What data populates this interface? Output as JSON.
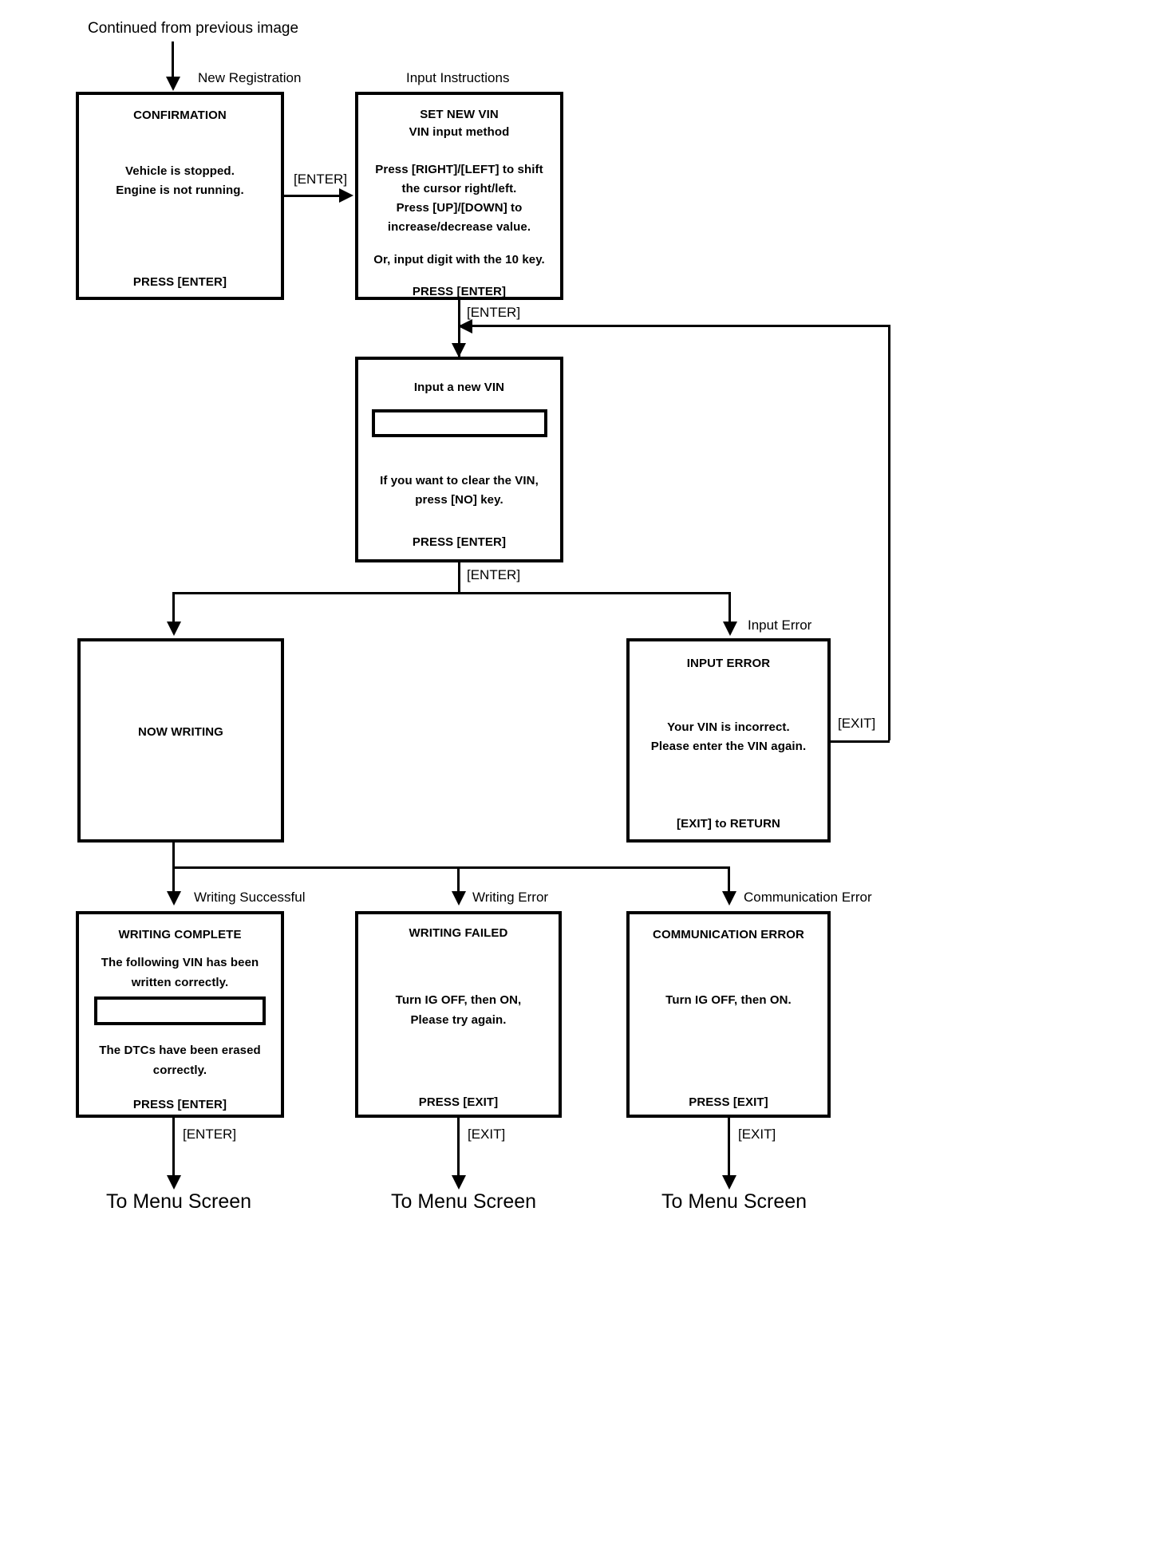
{
  "diagram": {
    "title_note": "Continued from previous image",
    "terminals": [
      {
        "label": "To Menu Screen"
      },
      {
        "label": "To Menu Screen"
      },
      {
        "label": "To Menu Screen"
      }
    ],
    "edge_labels": {
      "new_registration": "New Registration",
      "input_instructions": "Input Instructions",
      "enter_1": "[ENTER]",
      "enter_2": "[ENTER]",
      "enter_3": "[ENTER]",
      "input_error": "Input Error",
      "exit_return": "[EXIT]",
      "writing_successful": "Writing Successful",
      "writing_error": "Writing Error",
      "communication_error": "Communication Error",
      "enter_menu": "[ENTER]",
      "exit_menu_1": "[EXIT]",
      "exit_menu_2": "[EXIT]"
    },
    "screens": {
      "confirmation": {
        "title": "CONFIRMATION",
        "body": [
          "Vehicle is stopped.",
          "Engine is not running."
        ],
        "footer": "PRESS [ENTER]"
      },
      "set_new_vin": {
        "title": "SET NEW VIN",
        "subtitle": "VIN input method",
        "body": [
          "Press [RIGHT]/[LEFT] to shift",
          "the cursor right/left.",
          "Press [UP]/[DOWN] to",
          "increase/decrease value."
        ],
        "note": "Or, input digit with the 10 key.",
        "footer": "PRESS [ENTER]"
      },
      "input_new_vin": {
        "title": "Input a new VIN",
        "field_value": "",
        "body": [
          "If you want to clear the VIN,",
          "press [NO] key."
        ],
        "footer": "PRESS [ENTER]"
      },
      "now_writing": {
        "title": "NOW WRITING"
      },
      "input_error": {
        "title": "INPUT ERROR",
        "body": [
          "Your VIN is incorrect.",
          "Please enter the VIN again."
        ],
        "footer": "[EXIT] to RETURN"
      },
      "writing_complete": {
        "title": "WRITING COMPLETE",
        "body_top": [
          "The following VIN has been",
          "written correctly."
        ],
        "field_value": "",
        "body_bottom": [
          "The DTCs have been erased",
          "correctly."
        ],
        "footer": "PRESS [ENTER]"
      },
      "writing_failed": {
        "title": "WRITING FAILED",
        "body": [
          "Turn IG OFF, then ON,",
          "Please try again."
        ],
        "footer": "PRESS [EXIT]"
      },
      "communication_error": {
        "title": "COMMUNICATION ERROR",
        "body": [
          "Turn IG OFF, then ON."
        ],
        "footer": "PRESS [EXIT]"
      }
    }
  }
}
